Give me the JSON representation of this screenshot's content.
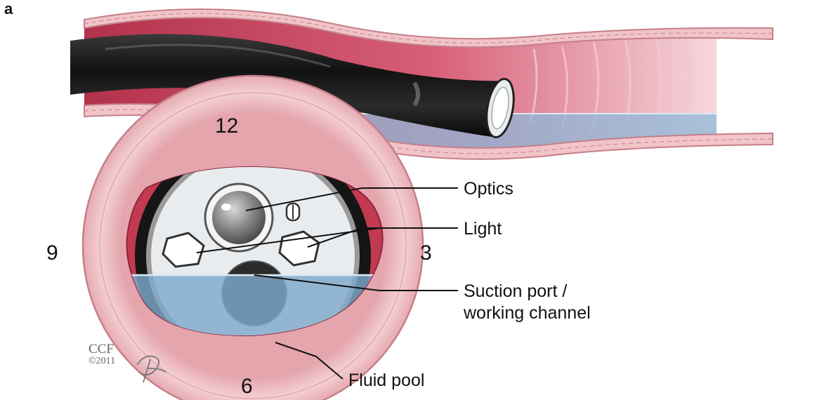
{
  "panel_label": "a",
  "clock_positions": {
    "top": "12",
    "right": "3",
    "bottom": "6",
    "left": "9"
  },
  "callouts": {
    "optics": "Optics",
    "light": "Light",
    "suction_line1": "Suction port /",
    "suction_line2": "working channel",
    "fluid": "Fluid pool"
  },
  "credit": {
    "org": "CCF",
    "year": "©2011"
  },
  "colors": {
    "tissue": "#f0c4c8",
    "tissue_outline": "#c57f88",
    "mucosa": "#c13a52",
    "scope_body": "#1a1a1a",
    "fluid": "#7fa9cc",
    "scope_face": "#e9ecef"
  }
}
